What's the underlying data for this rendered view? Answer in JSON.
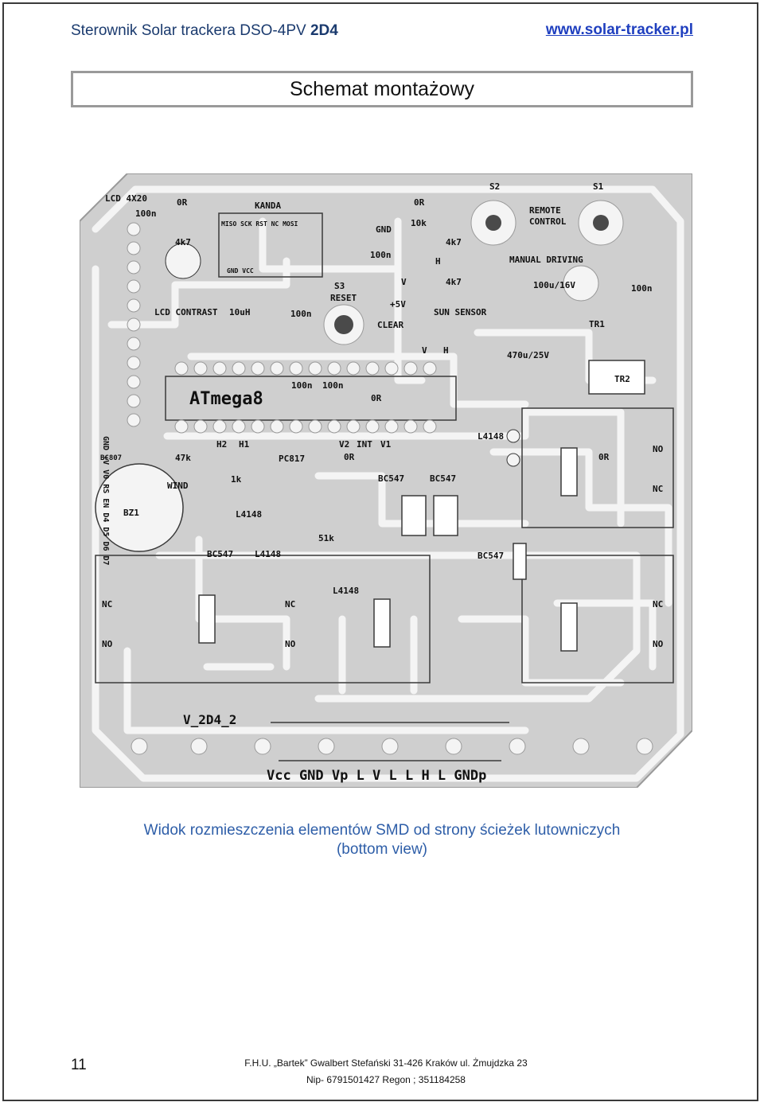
{
  "header": {
    "title_main": "Sterownik Solar trackera DSO-4PV ",
    "title_bold": "2D4",
    "website": "www.solar-tracker.pl"
  },
  "section_title": "Schemat montażowy",
  "pcb_labels": {
    "lcd": "LCD 4X20",
    "c100n": "100n",
    "r0": "0R",
    "r4k7": "4k7",
    "kanda": "KANDA",
    "isp_pins": "MISO SCK RST NC MOSI",
    "vcc_gnd": "GND VCC",
    "r10k": "10k",
    "gnd": "GND",
    "s2": "S2",
    "s1": "S1",
    "remote": "REMOTE",
    "control": "CONTROL",
    "manual": "MANUAL DRIVING",
    "reset": "RESET",
    "s3": "S3",
    "v5": "+5V",
    "clear": "CLEAR",
    "v": "V",
    "h": "H",
    "sun": "SUN SENSOR",
    "c100u": "100u/16V",
    "lcd_contrast": "LCD CONTRAST",
    "l10uh": "10uH",
    "tr1": "TR1",
    "bc807": "BC807",
    "c470u": "470u/25V",
    "tr2": "TR2",
    "atmega": "ATmega8",
    "l4148": "L4148",
    "h2": "H2",
    "h1": "H1",
    "v2": "V2",
    "int": "INT",
    "v1": "V1",
    "r47k": "47k",
    "pc817": "PC817",
    "wind": "WIND",
    "r1k": "1k",
    "bc547": "BC547",
    "r51k": "51k",
    "bz1": "BZ1",
    "no": "NO",
    "nc": "NC",
    "version": "V_2D4_2",
    "lcd_pins": "GND +V V0 RS EN D4 D5 D6 D7",
    "terminals": "Vcc GND Vp  L V L  L H L GNDp"
  },
  "caption": {
    "line1": "Widok rozmieszczenia elementów SMD od strony ścieżek lutowniczych",
    "line2": "(bottom view)"
  },
  "footer": {
    "page_number": "11",
    "line1": "F.H.U. „Bartek” Gwalbert Stefański   31-426 Kraków ul. Żmujdzka 23",
    "line2": "Nip- 6791501427   Regon ; 351184258"
  }
}
